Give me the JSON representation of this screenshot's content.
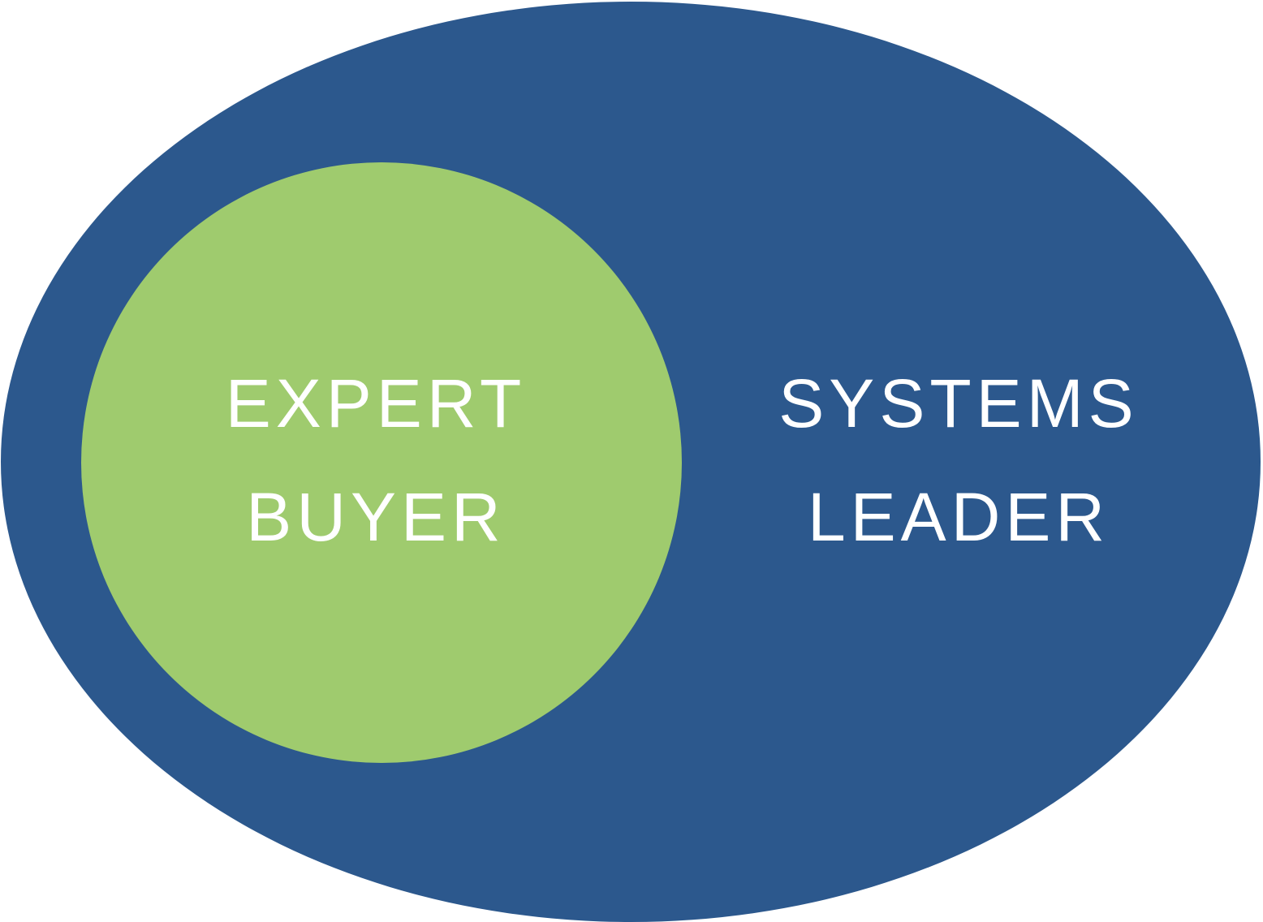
{
  "diagram": {
    "outer": {
      "label_lines": [
        "SYSTEMS",
        "LEADER"
      ],
      "color": "#2c588d"
    },
    "inner": {
      "label_lines": [
        "EXPERT",
        "BUYER"
      ],
      "color": "#9fcb6e"
    },
    "text_color": "#ffffff",
    "background": "#ffffff"
  }
}
